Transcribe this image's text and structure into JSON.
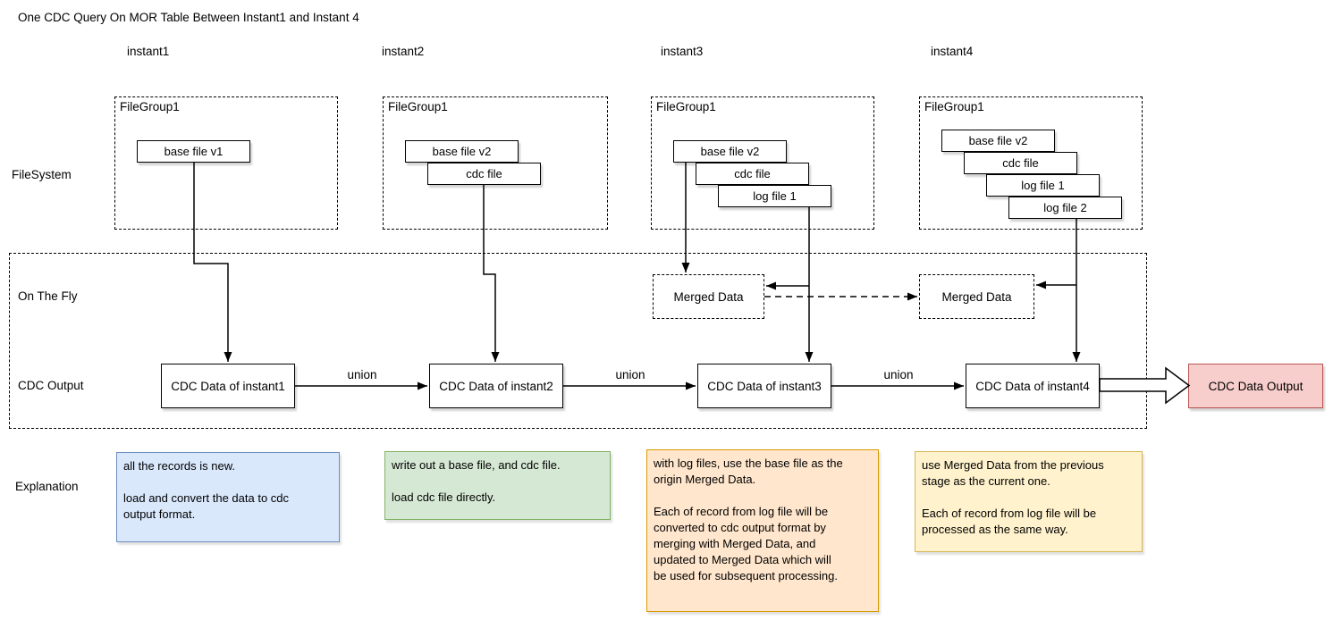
{
  "title": "One CDC Query On MOR Table Between Instant1 and Instant 4",
  "rows": {
    "filesystem": "FileSystem",
    "on_the_fly": "On The Fly",
    "cdc_output": "CDC Output",
    "explanation": "Explanation"
  },
  "union_label": "union",
  "output_box_label": "CDC Data Output",
  "columns": [
    {
      "label": "instant1",
      "filegroup": "FileGroup1",
      "files": [
        "base file v1"
      ],
      "cdc_label": "CDC Data of instant1"
    },
    {
      "label": "instant2",
      "filegroup": "FileGroup1",
      "files": [
        "base file v2",
        "cdc file"
      ],
      "cdc_label": "CDC Data of instant2"
    },
    {
      "label": "instant3",
      "filegroup": "FileGroup1",
      "files": [
        "base file v2",
        "cdc file",
        "log file 1"
      ],
      "merged_label": "Merged Data",
      "cdc_label": "CDC Data of instant3"
    },
    {
      "label": "instant4",
      "filegroup": "FileGroup1",
      "files": [
        "base file v2",
        "cdc file",
        "log file 1",
        "log file 2"
      ],
      "merged_label": "Merged Data",
      "cdc_label": "CDC Data of instant4"
    }
  ],
  "explanations": [
    {
      "text": "all the records is new.\n\nload and convert the data to cdc\noutput format.",
      "fill": "#dae8fc",
      "border": "#6c8ebf"
    },
    {
      "text": "write out a base file, and cdc file.\n\nload cdc file directly.",
      "fill": "#d5e8d4",
      "border": "#82b366"
    },
    {
      "text": "with log files, use the base file as the\norigin Merged Data.\n\nEach of record from log file will be\nconverted to cdc output format by\nmerging with Merged Data, and\nupdated to Merged Data which will\nbe used for subsequent processing.",
      "fill": "#ffe6cc",
      "border": "#d79b00"
    },
    {
      "text": "use Merged Data from the previous\nstage as the current one.\n\nEach of record from log file will be\nprocessed as the same way.",
      "fill": "#fff2cc",
      "border": "#d6b656"
    }
  ],
  "colors": {
    "output": {
      "fill": "#f8cecc",
      "border": "#b85450"
    },
    "line": "#000000"
  }
}
